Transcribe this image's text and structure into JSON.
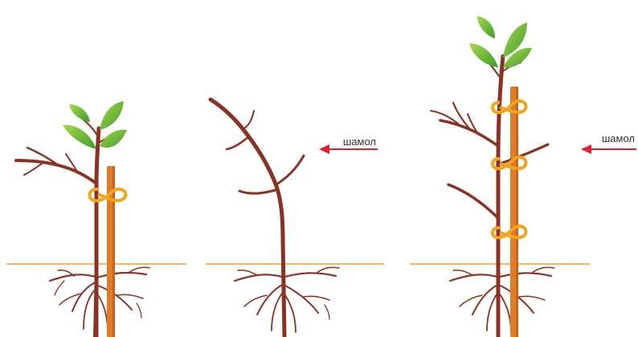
{
  "panels": [
    {
      "id": "young-tree-with-stake",
      "wind_label": ""
    },
    {
      "id": "tree-bent-by-wind",
      "wind_label": "шамол"
    },
    {
      "id": "tree-tied-to-stake",
      "wind_label": "шамол"
    }
  ],
  "colors": {
    "background": "#ffffff",
    "trunk": "#8a3324",
    "branch": "#8a3324",
    "root": "#8a3324",
    "stake": "#e07d28",
    "stake_shade": "#c9621a",
    "tie": "#f2a41c",
    "ground_line": "#f0a030",
    "leaf_light": "#9bd04a",
    "leaf_dark": "#3f9a2a",
    "wind_arrow": "#e5202e",
    "wind_text": "#333333"
  }
}
